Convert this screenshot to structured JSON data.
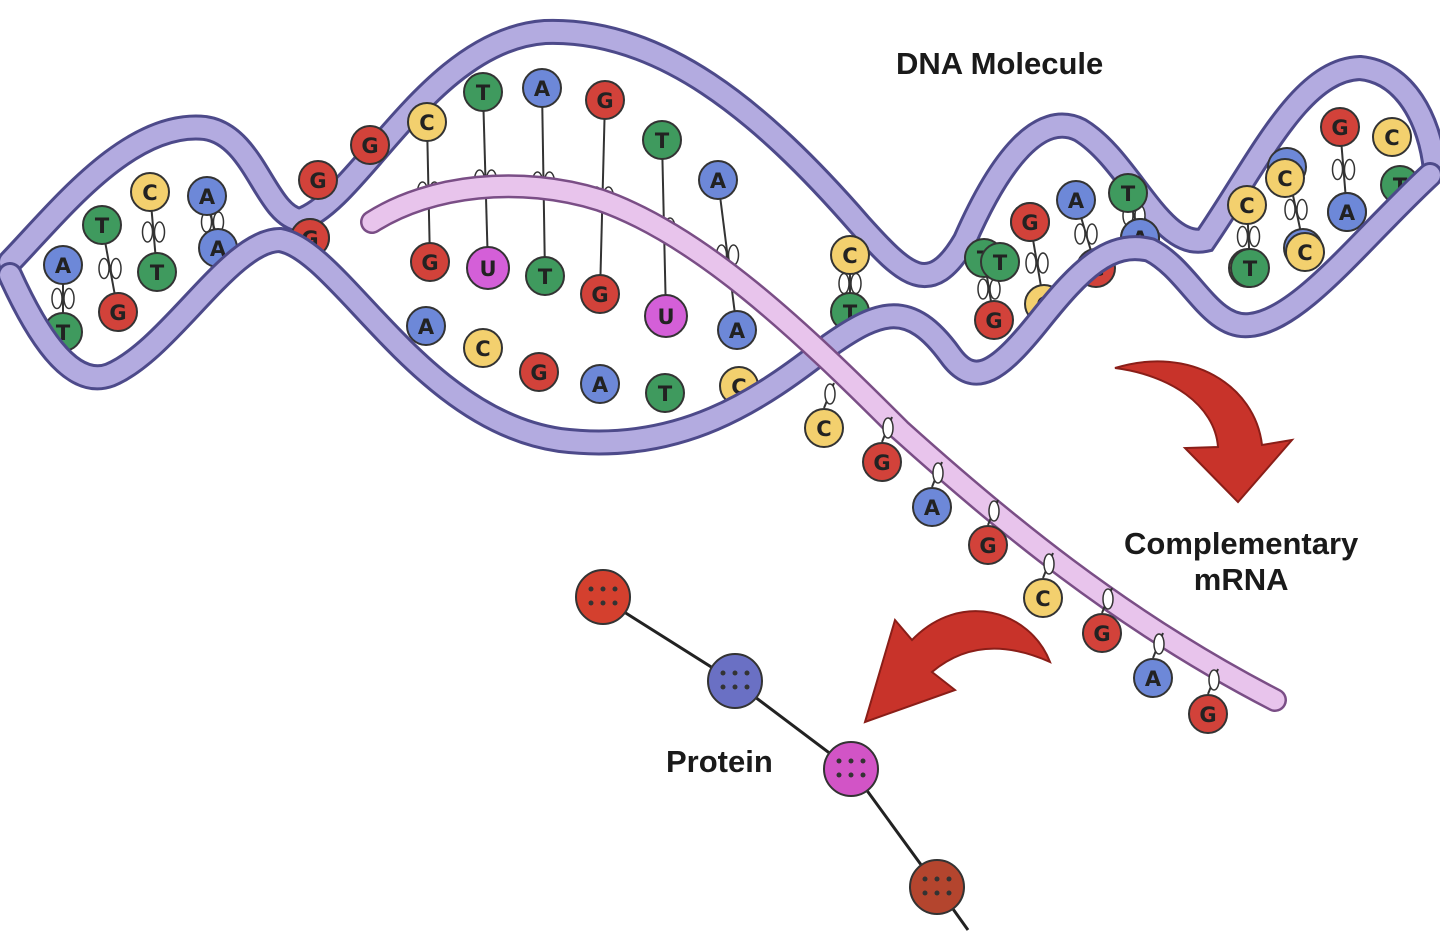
{
  "labels": {
    "dna": "DNA Molecule",
    "mrna_line1": "Complementary",
    "mrna_line2": "mRNA",
    "protein": "Protein"
  },
  "colors": {
    "dna_backbone": "#b3abe0",
    "dna_backbone_edge": "#4d4a8a",
    "mrna_strand": "#e8c4ec",
    "mrna_strand_edge": "#7a4e86",
    "arrow": "#c8332a",
    "A": "#6d88d8",
    "T": "#3f9a5e",
    "G": "#d2423a",
    "C": "#f3d06e",
    "U": "#d45fd8",
    "protein_chain": "#222222"
  },
  "upper_strand_bases": [
    "A",
    "T",
    "C",
    "A",
    "G",
    "C",
    "G",
    "C",
    "T",
    "A",
    "G",
    "T",
    "A",
    "C",
    "T",
    "C",
    "A",
    "T",
    "A",
    "C",
    "A",
    "G",
    "C",
    "T",
    "A",
    "C",
    "A",
    "C"
  ],
  "lower_strand_bases": [
    "T",
    "G",
    "T",
    "A",
    "G",
    "A",
    "C",
    "G",
    "A",
    "T",
    "C",
    "A",
    "T",
    "G",
    "C",
    "G",
    "A",
    "G",
    "T",
    "C",
    "A",
    "G",
    "T",
    "G",
    "T"
  ],
  "mrna_bases": [
    "U",
    "U"
  ],
  "free_bases": [
    "C",
    "G",
    "A",
    "G",
    "C",
    "G",
    "A",
    "G"
  ],
  "icons": [
    "curved-arrow-down",
    "curved-arrow-left"
  ],
  "protein_beads": [
    "red",
    "blue",
    "magenta",
    "brown"
  ]
}
